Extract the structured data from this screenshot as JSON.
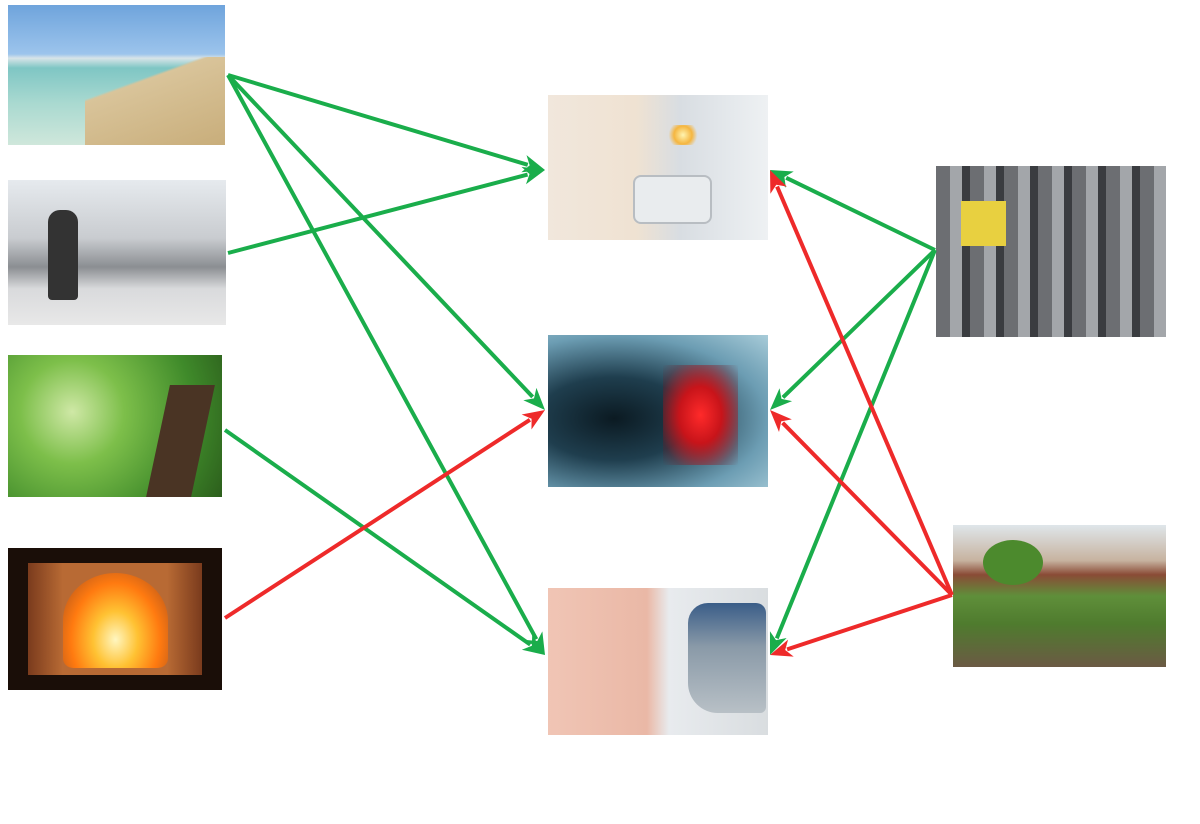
{
  "nodes": [
    {
      "id": "beach",
      "icon": "beach-photo",
      "group": "exposure"
    },
    {
      "id": "street",
      "icon": "pedestrian-street-photo",
      "group": "exposure"
    },
    {
      "id": "trees",
      "icon": "tree-canopy-photo",
      "group": "exposure"
    },
    {
      "id": "fire",
      "icon": "fireplace-photo",
      "group": "exposure"
    },
    {
      "id": "bp",
      "icon": "blood-pressure-monitor-photo",
      "group": "outcome"
    },
    {
      "id": "xray",
      "icon": "lung-xray-photo",
      "group": "outcome"
    },
    {
      "id": "glucose",
      "icon": "glucose-meter-photo",
      "group": "outcome"
    },
    {
      "id": "traffic",
      "icon": "traffic-jam-photo",
      "group": "exposure"
    },
    {
      "id": "garden",
      "icon": "garden-photo",
      "group": "exposure"
    }
  ],
  "edges": [
    {
      "from": "beach",
      "to": "bp",
      "effect": "positive"
    },
    {
      "from": "beach",
      "to": "xray",
      "effect": "positive"
    },
    {
      "from": "beach",
      "to": "glucose",
      "effect": "positive"
    },
    {
      "from": "street",
      "to": "bp",
      "effect": "positive"
    },
    {
      "from": "trees",
      "to": "glucose",
      "effect": "positive"
    },
    {
      "from": "fire",
      "to": "xray",
      "effect": "negative"
    },
    {
      "from": "traffic",
      "to": "bp",
      "effect": "positive"
    },
    {
      "from": "traffic",
      "to": "xray",
      "effect": "positive"
    },
    {
      "from": "traffic",
      "to": "glucose",
      "effect": "positive"
    },
    {
      "from": "garden",
      "to": "bp",
      "effect": "negative"
    },
    {
      "from": "garden",
      "to": "xray",
      "effect": "negative"
    },
    {
      "from": "garden",
      "to": "glucose",
      "effect": "negative"
    }
  ],
  "colors": {
    "positive": "#1aad4b",
    "negative": "#ee2a2a"
  }
}
